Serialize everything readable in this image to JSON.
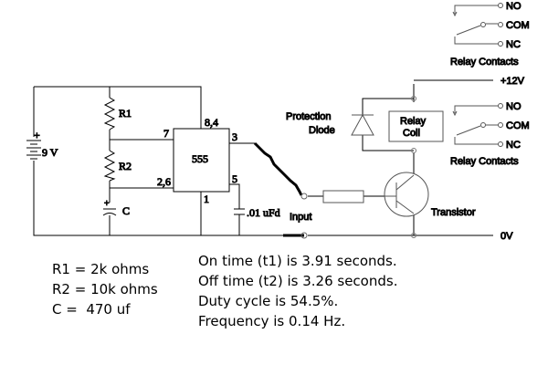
{
  "schematic": {
    "battery": "9 V",
    "battery_plus": "+",
    "r1": "R1",
    "r2": "R2",
    "cap": "C",
    "cap_plus": "+",
    "chip": "555",
    "pin_7": "7",
    "pin_84": "8,4",
    "pin_3": "3",
    "pin_26": "2,6",
    "pin_5": "5",
    "pin_1": "1",
    "cap_small": ".01 uFd",
    "input": "Input",
    "transistor": "Transistor",
    "diode_1": "Protection",
    "diode_2": "Diode",
    "coil_1": "Relay",
    "coil_2": "Coil",
    "v12": "+12V",
    "v0": "0V",
    "relay_top": {
      "no": "NO",
      "com": "COM",
      "nc": "NC",
      "label": "Relay Contacts"
    },
    "relay_mid": {
      "no": "NO",
      "com": "COM",
      "nc": "NC",
      "label": "Relay Contacts"
    }
  },
  "values": [
    "R1 = 2k ohms",
    "R2 = 10k ohms",
    "C =  470 uf"
  ],
  "results": [
    "On time (t1) is 3.91 seconds.",
    "Off time (t2) is 3.26 seconds.",
    "Duty cycle is 54.5%.",
    "Frequency is 0.14 Hz."
  ]
}
